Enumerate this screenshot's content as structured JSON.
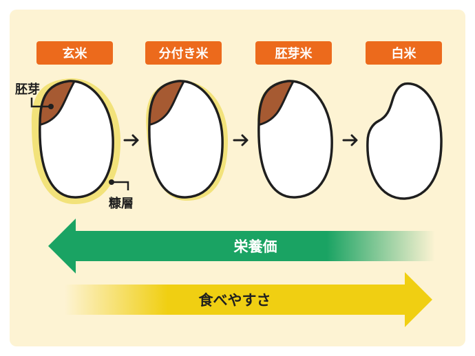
{
  "stages": [
    {
      "label": "玄米"
    },
    {
      "label": "分付き米"
    },
    {
      "label": "胚芽米"
    },
    {
      "label": "白米"
    }
  ],
  "callouts": {
    "germ": "胚芽",
    "bran": "糠層"
  },
  "arrows": {
    "nutrition": "栄養価",
    "ease_of_eating": "食べやすさ"
  },
  "colors": {
    "background": "#fdf3d3",
    "label_bg": "#ec6a1c",
    "bran": "#f2e27a",
    "germ": "#a65a32",
    "nutrition_arrow": "#1aa363",
    "ease_arrow": "#f0cf12"
  }
}
